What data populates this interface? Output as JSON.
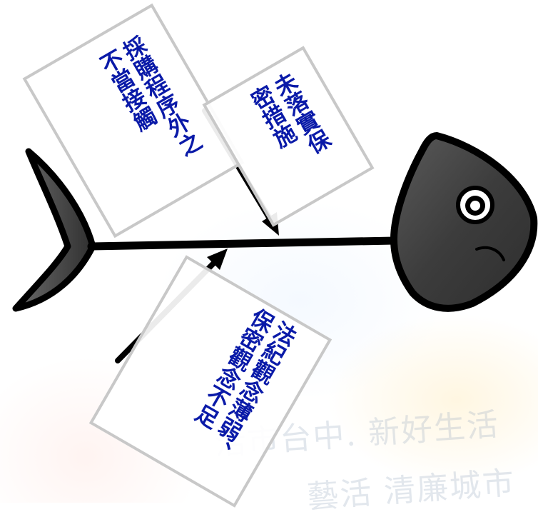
{
  "diagram": {
    "type": "fishbone",
    "head_color": "#4a4a4a",
    "outline_color": "#000000",
    "text_color": "#0a1aa8",
    "box_border_color": "#c8c8c8",
    "causes": [
      {
        "lines": [
          "採購程序外之",
          "不當接觸"
        ]
      },
      {
        "lines": [
          "未落實保",
          "密措施"
        ]
      },
      {
        "lines": [
          "法紀觀念薄弱、",
          "保密觀念不足"
        ]
      }
    ]
  },
  "background": {
    "watermark_line1": "活市台中. 新好生活",
    "watermark_line2": "藝活 清廉城市"
  }
}
